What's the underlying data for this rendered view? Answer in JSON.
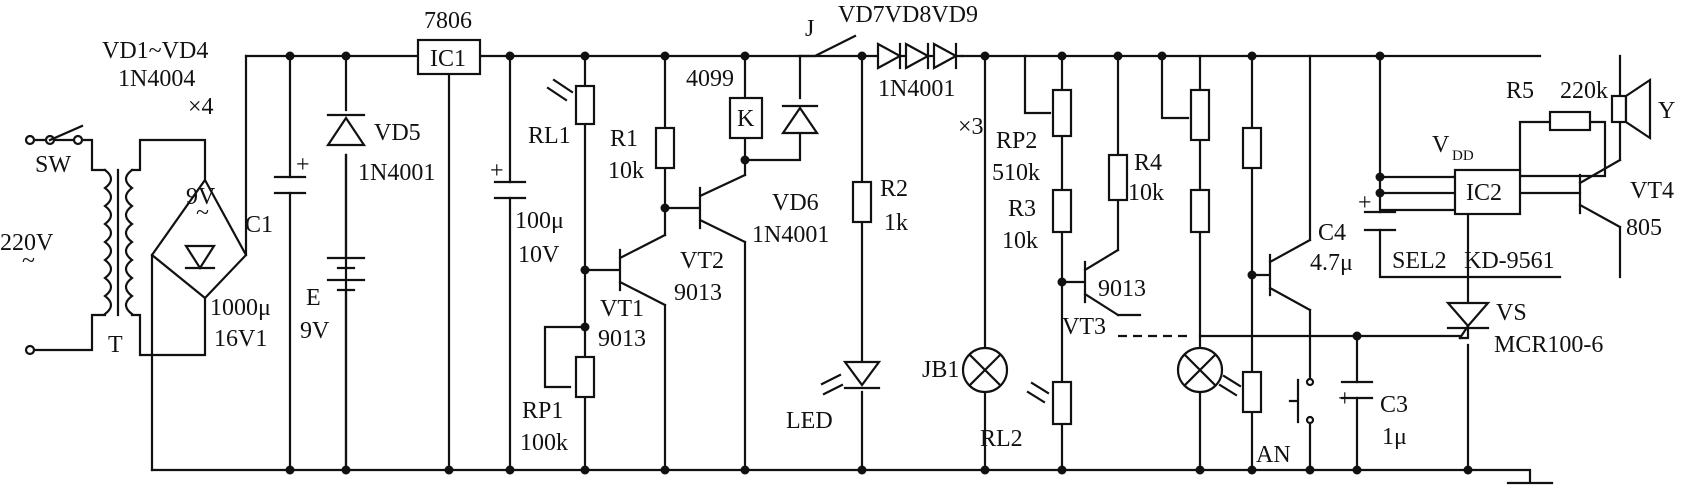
{
  "labels": {
    "sw": "SW",
    "v220": "220V",
    "tilde": "~",
    "t": "T",
    "vd1vd4": "VD1~VD4",
    "n4004": "1N4004",
    "x4": "×4",
    "v9": "9V",
    "c1": "C1",
    "c1val": "1000μ",
    "c1v": "16V1",
    "vd5": "VD5",
    "vd5type": "1N4001",
    "e": "E",
    "e9v": "9V",
    "ic1reg": "7806",
    "ic1": "IC1",
    "cap100": "100μ",
    "v10": "10V",
    "rl1": "RL1",
    "r1": "R1",
    "r1v": "10k",
    "rp1": "RP1",
    "rp1v": "100k",
    "vt1": "VT1",
    "vt1t": "9013",
    "vt2": "VT2",
    "vt2t": "9013",
    "ic4099": "4099",
    "k": "K",
    "j": "J",
    "vd6": "VD6",
    "vd6t": "1N4001",
    "vd789": "VD7VD8VD9",
    "n4001": "1N4001",
    "x3": "×3",
    "r2": "R2",
    "r2v": "1k",
    "led": "LED",
    "jb1": "JB1",
    "rp2": "RP2",
    "rp2v": "510k",
    "r3": "R3",
    "r3v": "10k",
    "rl2": "RL2",
    "r4": "R4",
    "r4v": "10k",
    "vt3": "VT3",
    "vt3t": "9013",
    "an": "AN",
    "c3": "C3",
    "c3v": "1μ",
    "r5": "R5",
    "r5v": "220k",
    "vdd_v": "V",
    "vdd_sub": "DD",
    "ic2": "IC2",
    "c4": "C4",
    "c4v": "4.7μ",
    "sel2": "SEL2",
    "kd": "KD-9561",
    "vt4": "VT4",
    "vt4t": "805",
    "y": "Y",
    "vs": "VS",
    "mcr": "MCR100-6",
    "plus": "+"
  }
}
